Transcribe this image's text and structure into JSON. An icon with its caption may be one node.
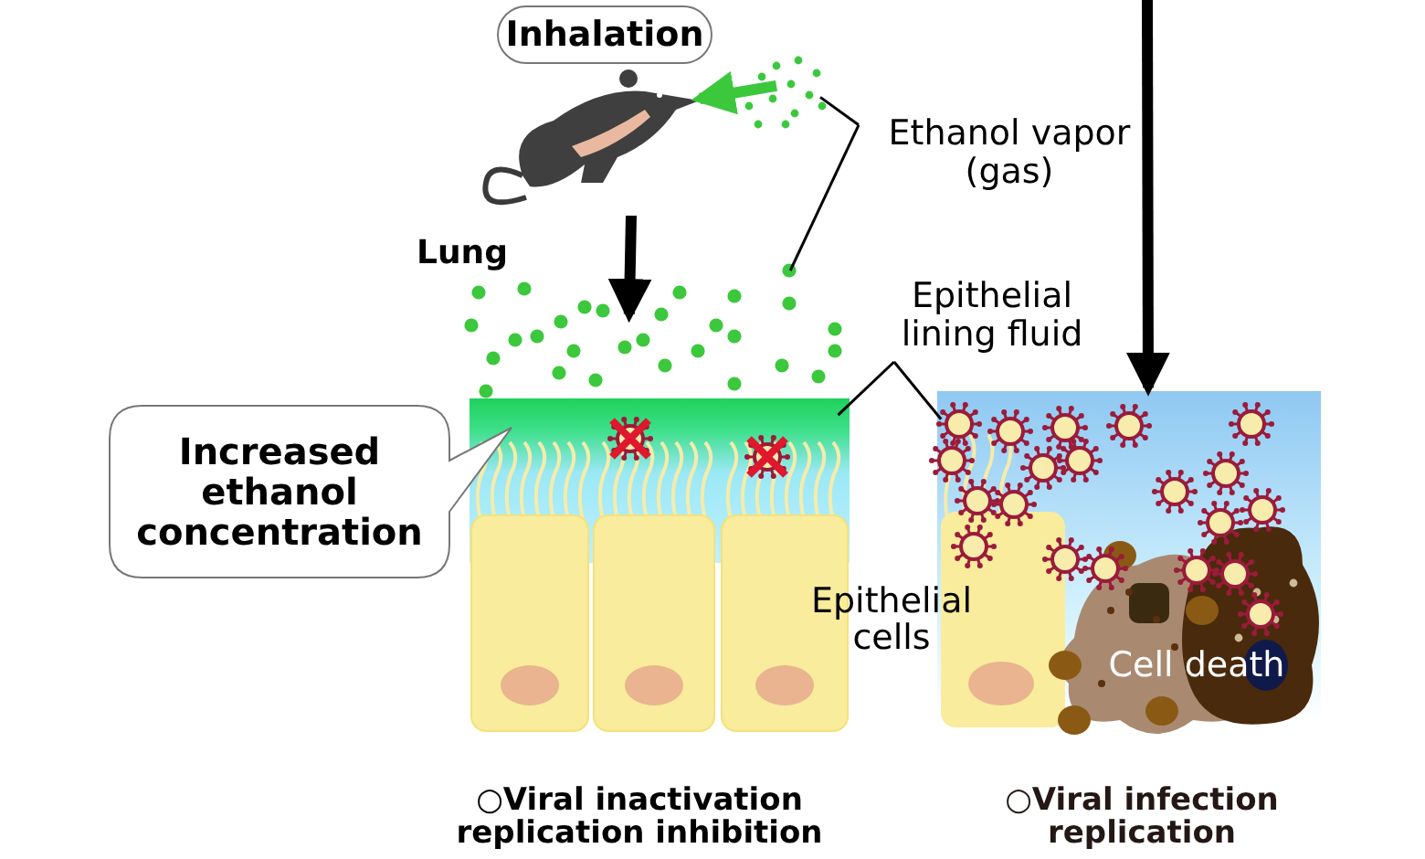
{
  "diagram": {
    "nodes": [
      {
        "text": [
          "Inhalation"
        ]
      },
      {
        "text": [],
        "shape": "picture"
      },
      {
        "text": [
          "Ethanol vapor (gas)"
        ]
      },
      {
        "text": [],
        "shape": "picture"
      },
      {
        "text": [],
        "shape": "picture"
      },
      {
        "text": [],
        "shape": "picture"
      },
      {
        "text": [],
        "shape": "picture"
      },
      {
        "text": [
          "Epithelial lining fluid"
        ]
      },
      {
        "text": [
          "Increased ethanol concentration"
        ]
      }
    ],
    "edges": [
      {
        "from": 3,
        "to": 1,
        "arrow": "to",
        "style": "thick",
        "color": "#3cc83c"
      },
      {
        "from": 1,
        "to": 4,
        "arrow": "to",
        "style": "thick"
      },
      {
        "from": null,
        "to": 6,
        "arrow": "to",
        "style": "thick"
      },
      {
        "from": 2,
        "to": 3,
        "arrow": "none"
      },
      {
        "from": 2,
        "to": 4,
        "arrow": "none"
      },
      {
        "from": 7,
        "to": 5,
        "arrow": "none"
      },
      {
        "from": 7,
        "to": 6,
        "arrow": "none"
      }
    ],
    "labels": [
      "Lung",
      "Epithelial cells",
      "Cell death",
      "○Viral inactivation replication inhibition",
      "○Viral infection replication"
    ]
  }
}
